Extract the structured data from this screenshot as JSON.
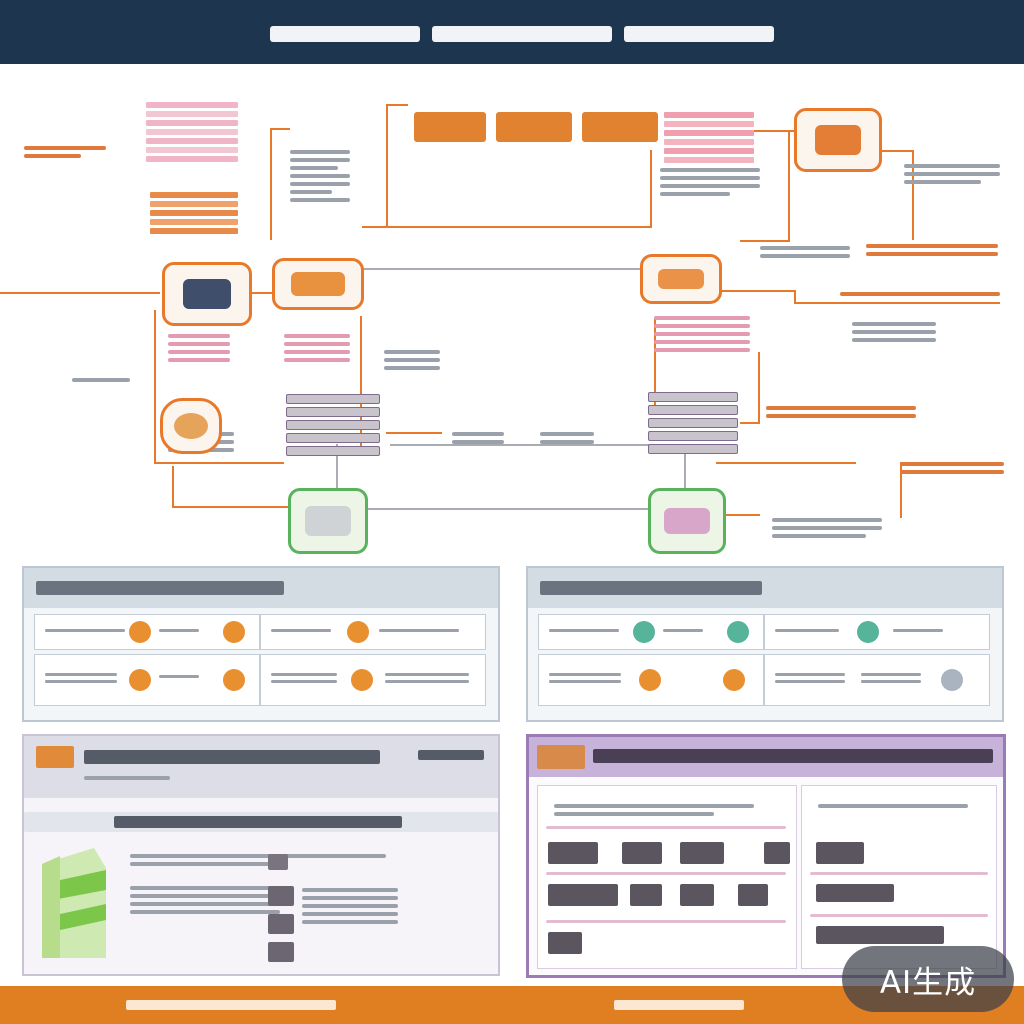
{
  "header": {
    "title_bars": 3
  },
  "diagram": {
    "top_heading_bars": 3,
    "cards": [
      "router-icon",
      "cylinder-icon",
      "router-icon",
      "wifi-router-icon",
      "cloud-icon",
      "server-stack-icon",
      "server-stack-icon",
      "laptop-icon",
      "laptop-icon"
    ]
  },
  "panels": {
    "left_grid": {
      "accent": "#e8902f"
    },
    "right_grid": {
      "accent": "#56b49a"
    },
    "lower_left": {
      "accent": "#7b5a8c"
    },
    "lower_right": {
      "accent": "#8a6aa8"
    }
  },
  "colors": {
    "header": "#1e3550",
    "connector": "#e8782a",
    "card_green": "#58b35c",
    "footer": "#e07f22"
  },
  "watermark": {
    "label": "AI生成"
  }
}
